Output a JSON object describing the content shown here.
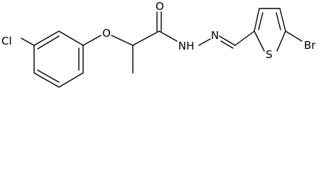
{
  "molecule": {
    "atoms": {
      "cl": "Cl",
      "o_ether": "O",
      "o_carbonyl": "O",
      "nh": "NH",
      "n_imine": "N",
      "s": "S",
      "br": "Br"
    }
  },
  "colors": {
    "bond": "#000000",
    "label": "#000000",
    "background": "#ffffff"
  }
}
